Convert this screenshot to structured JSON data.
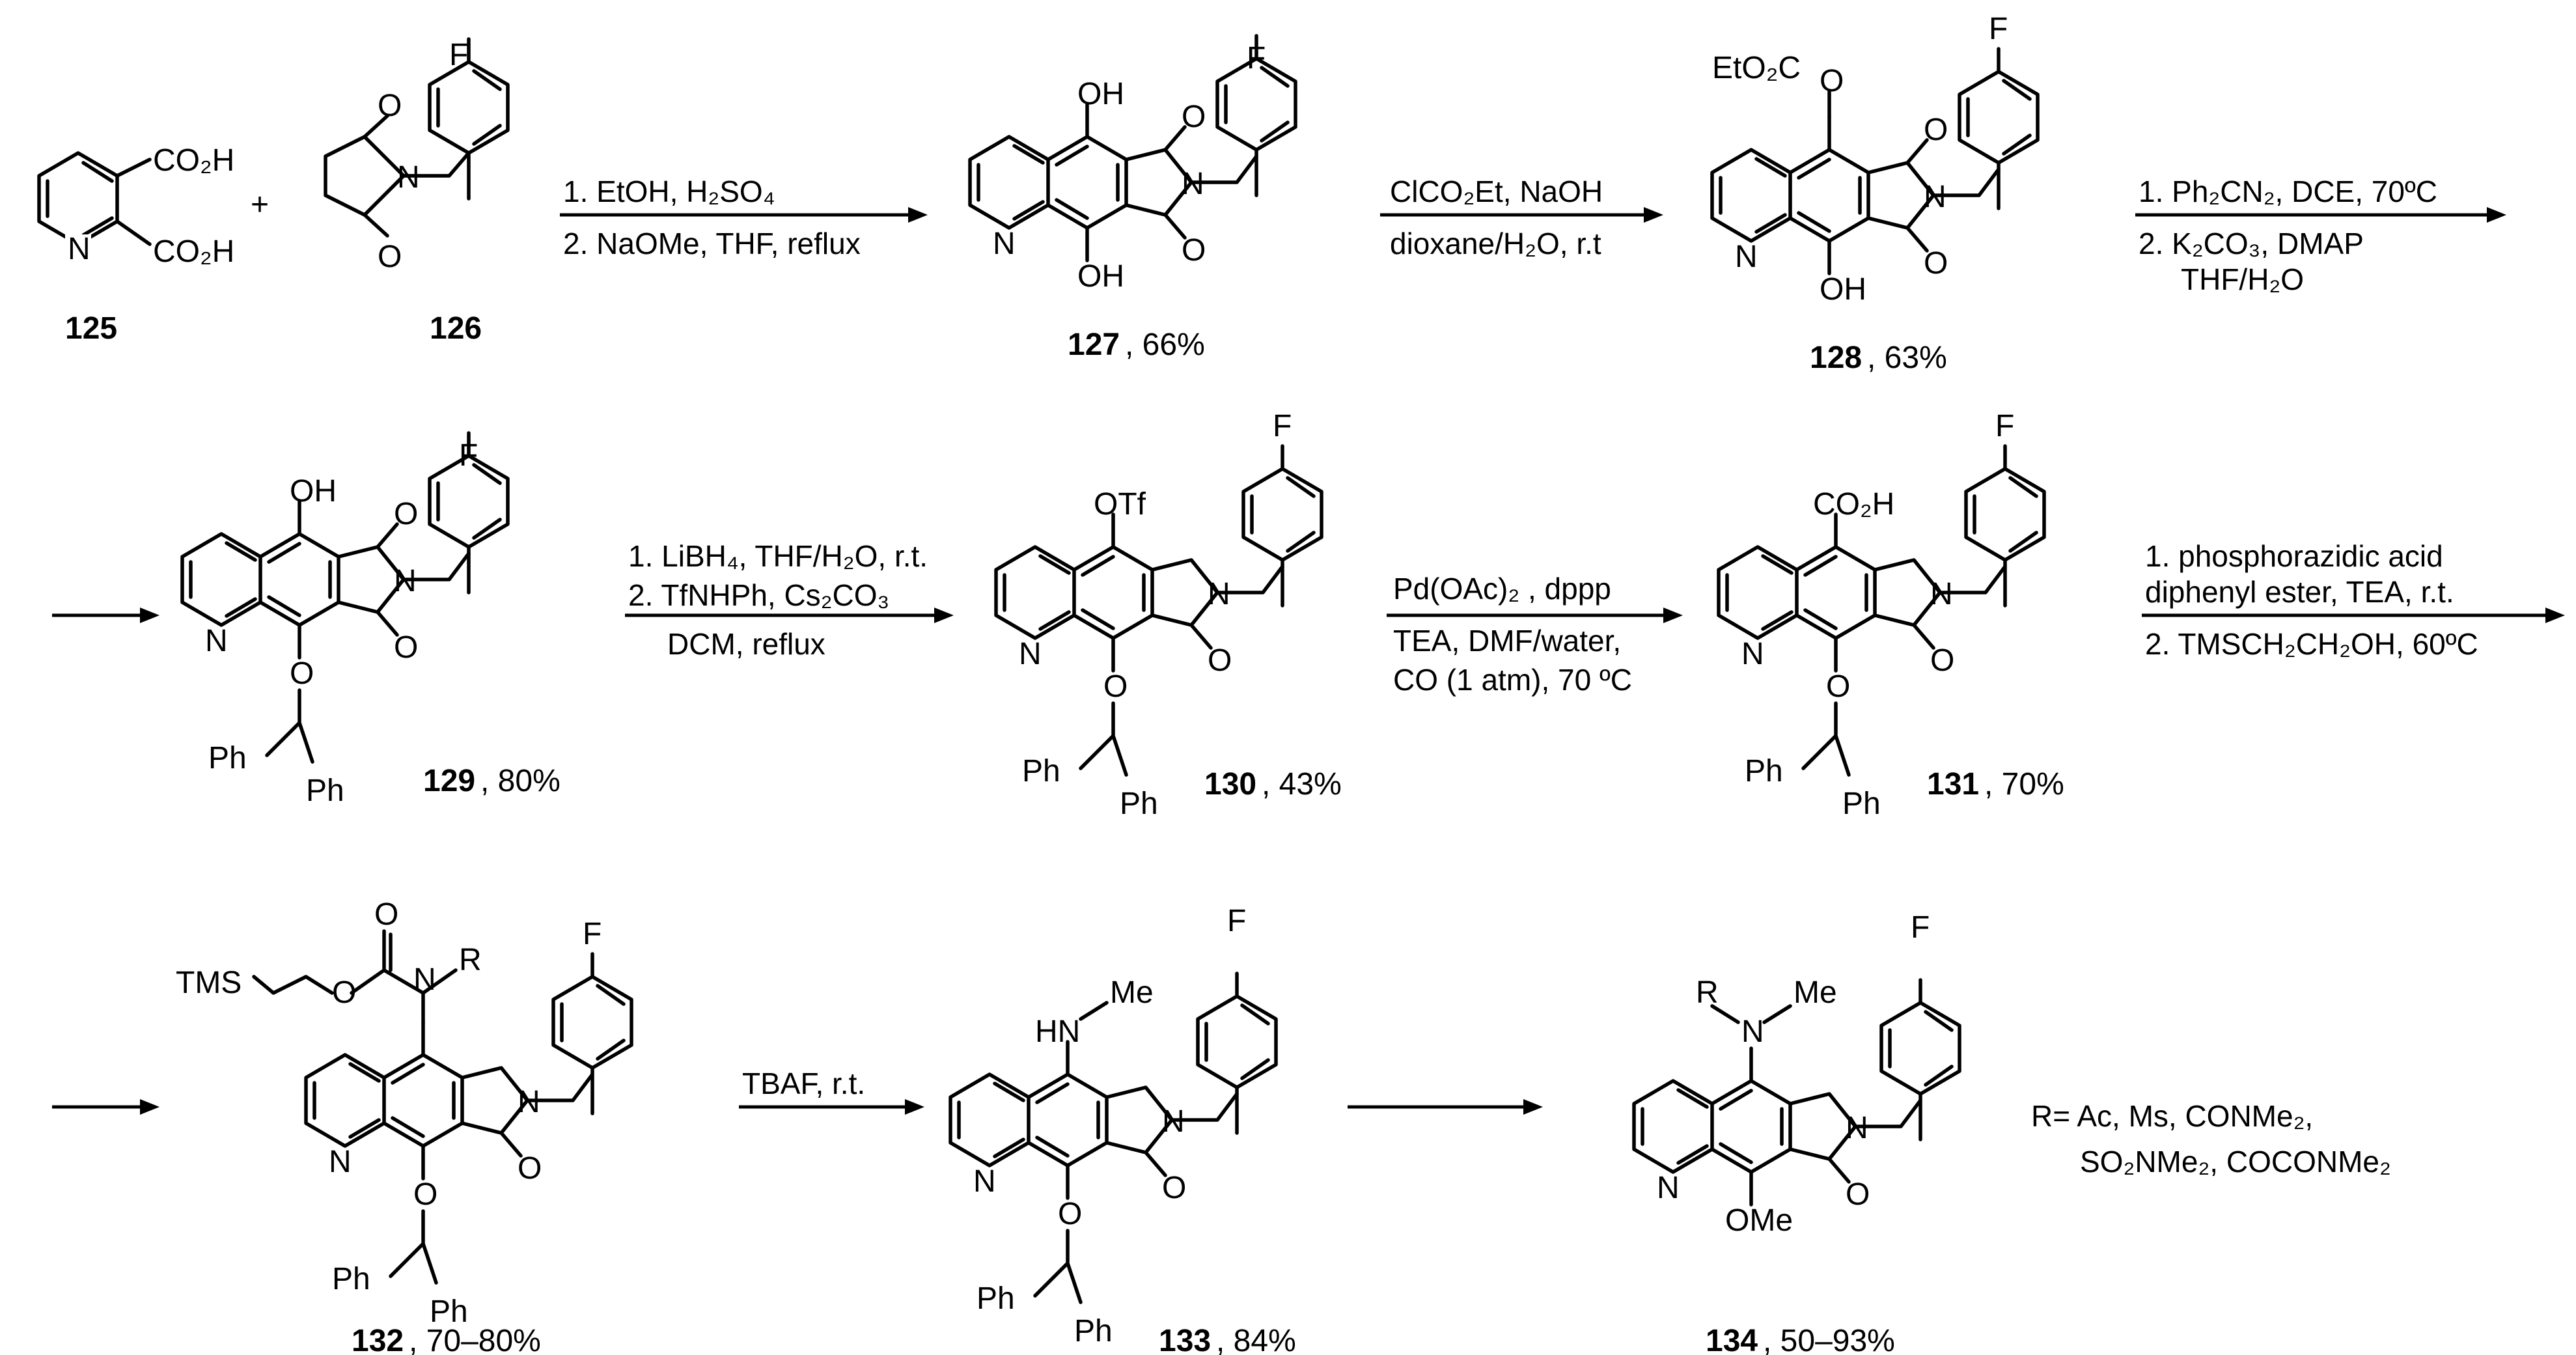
{
  "compounds": {
    "c125": {
      "label": "125",
      "groups": {
        "co2h_top": "CO₂H",
        "co2h_bot": "CO₂H",
        "n": "N"
      }
    },
    "plus": "+",
    "c126": {
      "label": "126",
      "groups": {
        "f": "F",
        "o1": "O",
        "o2": "O",
        "n": "N"
      }
    },
    "c127": {
      "label": "127",
      "yield": ", 66%",
      "groups": {
        "oh_top": "OH",
        "oh_bot": "OH",
        "o1": "O",
        "o2": "O",
        "n_imide": "N",
        "n_pyr": "N",
        "f": "F"
      }
    },
    "c128": {
      "label": "128",
      "yield": ", 63%",
      "groups": {
        "eto2co": "EtO₂C",
        "o_link": "O",
        "oh_bot": "OH",
        "o1": "O",
        "o2": "O",
        "n_imide": "N",
        "n_pyr": "N",
        "f": "F"
      }
    },
    "c129": {
      "label": "129",
      "yield": ", 80%",
      "groups": {
        "oh_top": "OH",
        "o_link": "O",
        "ph1": "Ph",
        "ph2": "Ph",
        "o1": "O",
        "o2": "O",
        "n_imide": "N",
        "n_pyr": "N",
        "f": "F"
      }
    },
    "c130": {
      "label": "130",
      "yield": ", 43%",
      "groups": {
        "otf": "OTf",
        "o_link": "O",
        "ph1": "Ph",
        "ph2": "Ph",
        "o2": "O",
        "n_imide": "N",
        "n_pyr": "N",
        "f": "F"
      }
    },
    "c131": {
      "label": "131",
      "yield": ", 70%",
      "groups": {
        "co2h": "CO₂H",
        "o_link": "O",
        "ph1": "Ph",
        "ph2": "Ph",
        "o2": "O",
        "n_imide": "N",
        "n_pyr": "N",
        "f": "F"
      }
    },
    "c132": {
      "label": "132",
      "yield": ", 70–80%",
      "groups": {
        "tms": "TMS",
        "o_carb": "O",
        "o_ester": "O",
        "n_r": "N",
        "r": "R",
        "o_link": "O",
        "ph1": "Ph",
        "ph2": "Ph",
        "o2": "O",
        "n_imide": "N",
        "n_pyr": "N",
        "f": "F"
      }
    },
    "c133": {
      "label": "133",
      "yield": ", 84%",
      "groups": {
        "hn": "HN",
        "me": "Me",
        "o_link": "O",
        "ph1": "Ph",
        "ph2": "Ph",
        "o2": "O",
        "n_imide": "N",
        "n_pyr": "N",
        "f": "F"
      }
    },
    "c134": {
      "label": "134",
      "yield": ", 50–93%",
      "groups": {
        "r": "R",
        "n_amine": "N",
        "me": "Me",
        "ome": "OMe",
        "o2": "O",
        "n_imide": "N",
        "n_pyr": "N",
        "f": "F"
      }
    }
  },
  "conditions": {
    "step1": {
      "line1": "1. EtOH, H₂SO₄",
      "line2": "2. NaOMe, THF, reflux"
    },
    "step2": {
      "line1": "ClCO₂Et, NaOH",
      "line2": "dioxane/H₂O, r.t"
    },
    "step3": {
      "line1": "1. Ph₂CN₂, DCE, 70ºC",
      "line2": "2. K₂CO₃, DMAP",
      "line3": "THF/H₂O"
    },
    "step4": {
      "line1": "1. LiBH₄, THF/H₂O, r.t.",
      "line2": "2. TfNHPh, Cs₂CO₃",
      "line3": "DCM, reflux"
    },
    "step5": {
      "line1": "Pd(OAc)₂ , dppp",
      "line2": "TEA, DMF/water,",
      "line3": "CO (1 atm), 70 ºC"
    },
    "step6": {
      "line1": "1.  phosphorazidic  acid",
      "line2": "diphenyl ester, TEA, r.t.",
      "line3": "2. TMSCH₂CH₂OH, 60ºC"
    },
    "step7": {
      "line1": "TBAF, r.t."
    }
  },
  "r_definition": {
    "line1": "R= Ac, Ms, CONMe₂,",
    "line2": "SO₂NMe₂, COCONMe₂"
  }
}
